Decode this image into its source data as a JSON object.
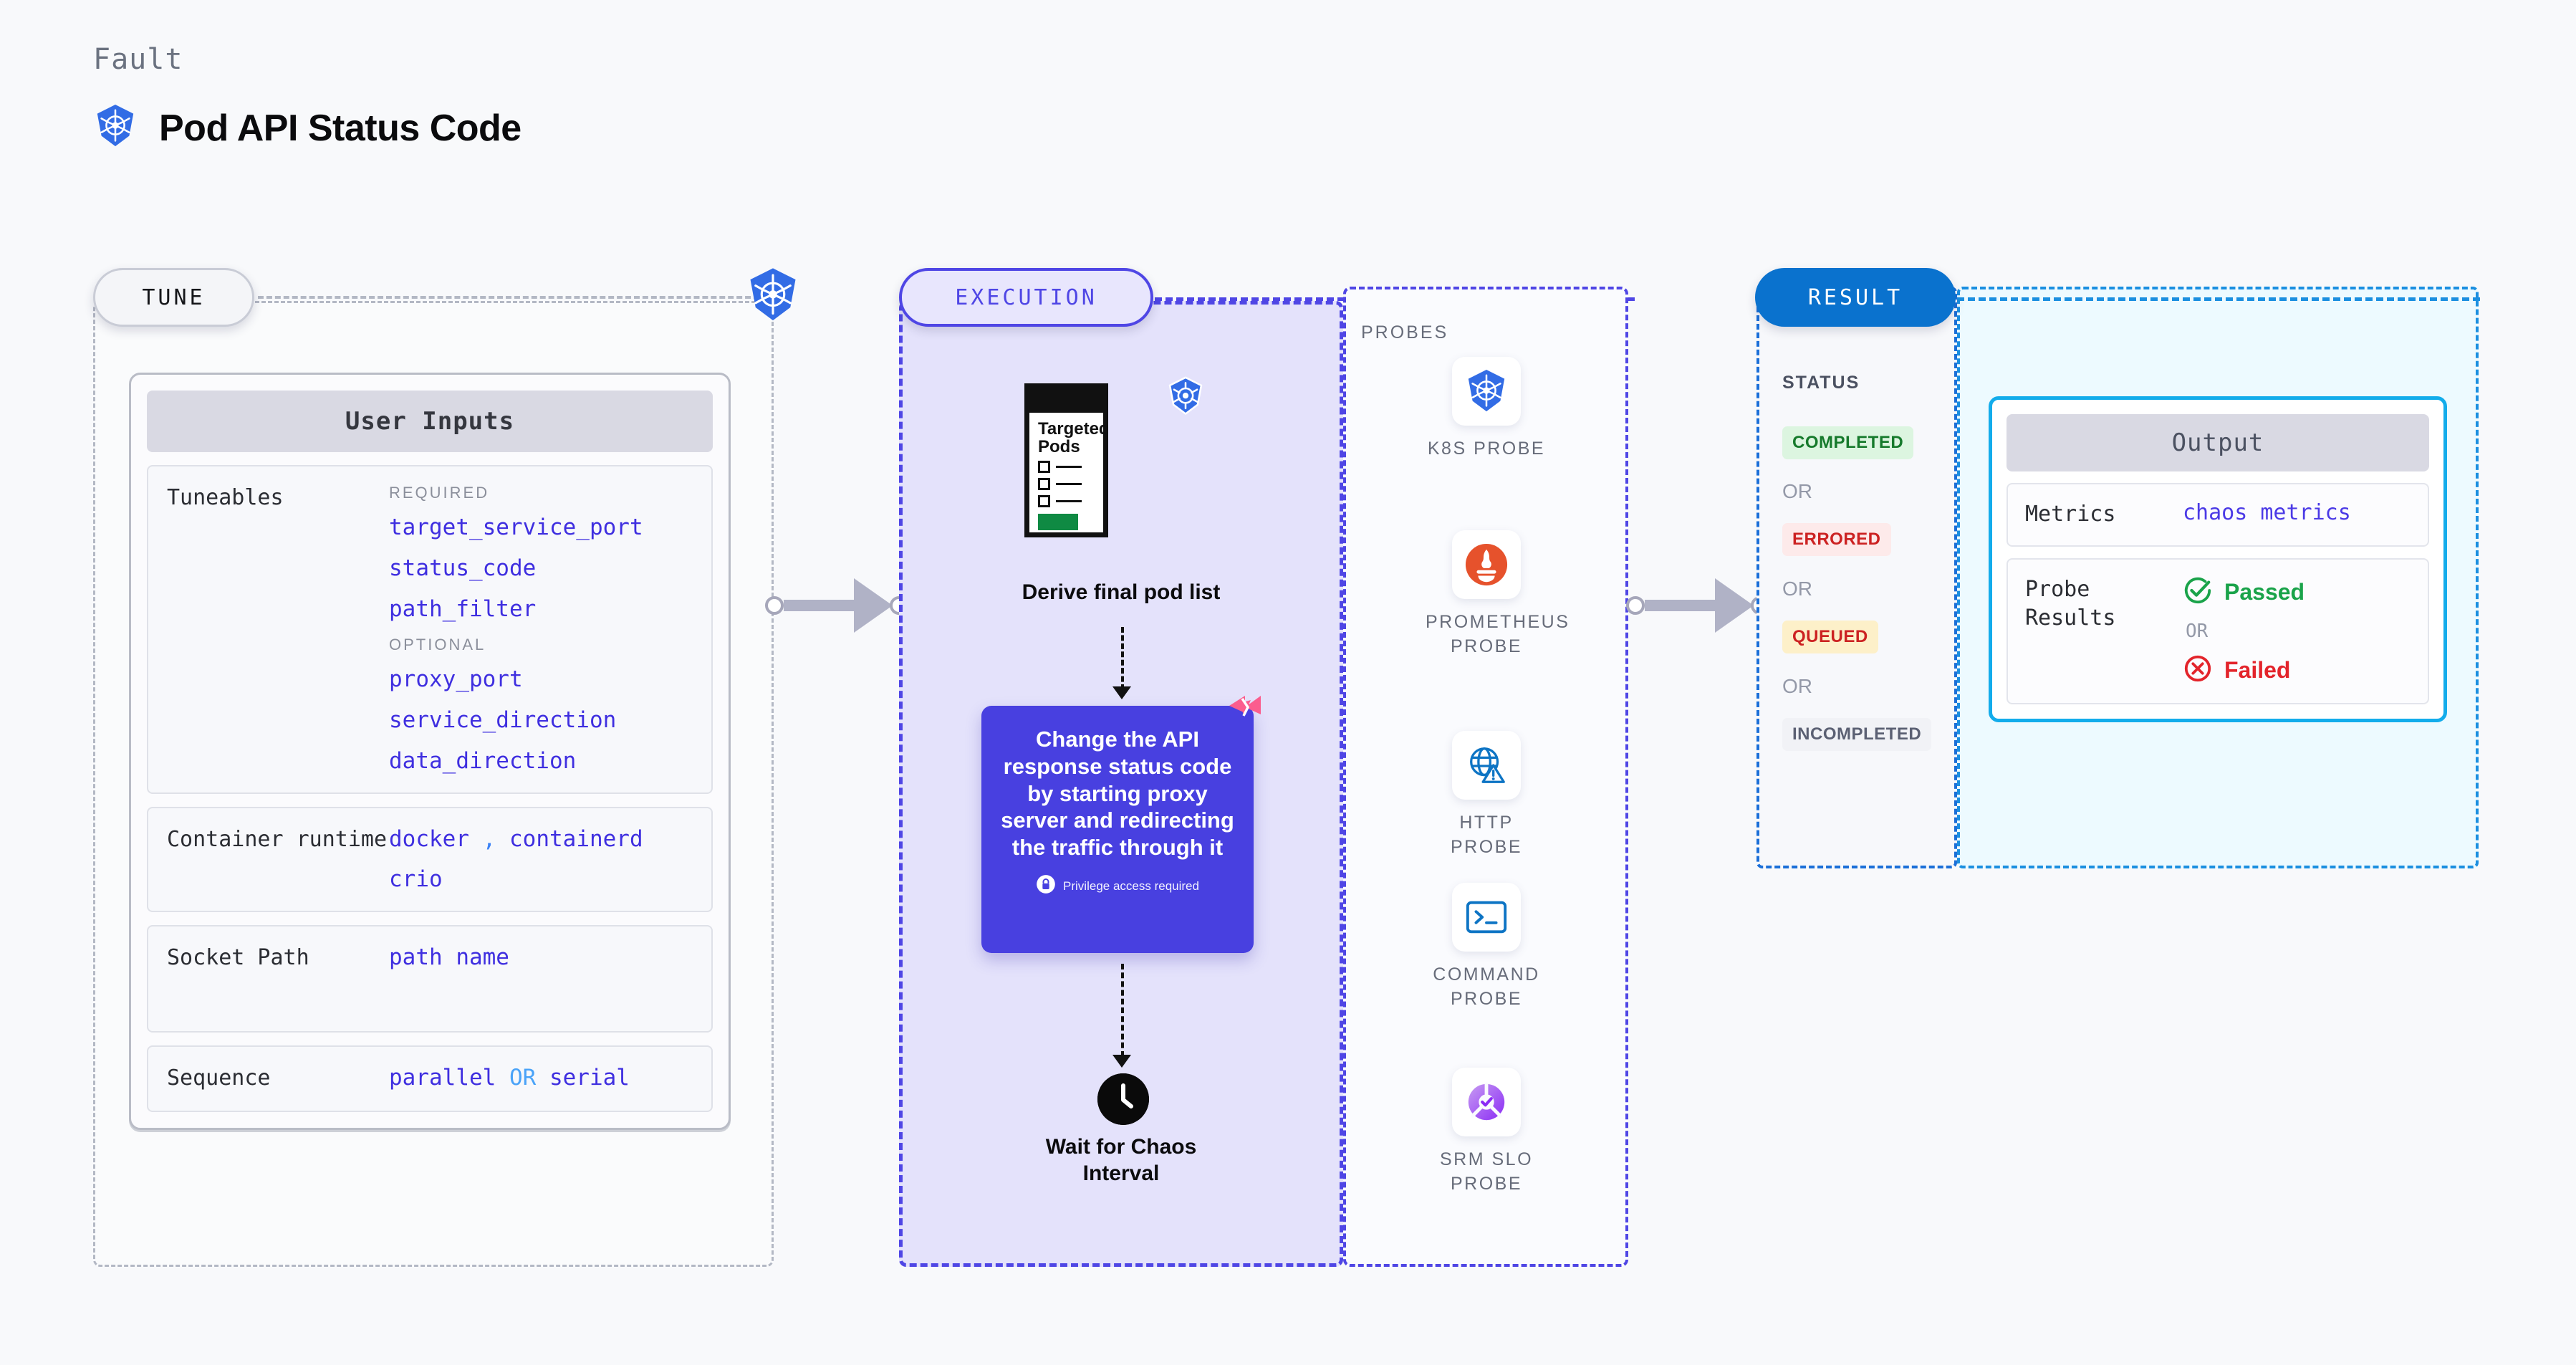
{
  "header": {
    "fault_label": "Fault",
    "title": "Pod API Status Code",
    "icon": "kubernetes-icon"
  },
  "tune": {
    "pill_label": "TUNE",
    "node_icon": "kubernetes-icon",
    "card_title": "User Inputs",
    "rows": [
      {
        "label": "Tuneables",
        "groups": [
          {
            "heading": "REQUIRED",
            "values": [
              "target_service_port",
              "status_code",
              "path_filter"
            ]
          },
          {
            "heading": "OPTIONAL",
            "values": [
              "proxy_port",
              "service_direction",
              "data_direction"
            ]
          }
        ]
      },
      {
        "label": "Container runtime",
        "values_line1": "docker",
        "separator": ",",
        "values_line1b": "containerd",
        "values_line2": "crio"
      },
      {
        "label": "Socket Path",
        "value": "path name"
      },
      {
        "label": "Sequence",
        "value_a": "parallel",
        "or": "OR",
        "value_b": "serial"
      }
    ]
  },
  "execution": {
    "pill_label": "EXECUTION",
    "pods_doc": {
      "title_line1": "Targeted",
      "title_line2": "Pods",
      "badge_icon": "kubernetes-icon"
    },
    "derive_caption": "Derive final pod list",
    "action_card": {
      "text": "Change the API response status code by starting proxy server and redirecting the traffic through it",
      "privilege_note": "Privilege access required",
      "lock_icon": "lock-icon",
      "corner_icon": "litmus-chaos-icon",
      "color": "#4840e0"
    },
    "wait": {
      "icon": "clock-icon",
      "caption_line1": "Wait for Chaos",
      "caption_line2": "Interval"
    }
  },
  "probes": {
    "heading": "PROBES",
    "items": [
      {
        "label": "K8S PROBE",
        "icon": "kubernetes-icon"
      },
      {
        "label": "PROMETHEUS PROBE",
        "icon": "prometheus-icon"
      },
      {
        "label": "HTTP PROBE",
        "icon": "http-globe-warning-icon"
      },
      {
        "label": "COMMAND PROBE",
        "icon": "terminal-icon"
      },
      {
        "label": "SRM SLO PROBE",
        "icon": "srm-slo-icon"
      }
    ]
  },
  "result": {
    "pill_label": "RESULT",
    "status_heading": "STATUS",
    "statuses": [
      {
        "label": "COMPLETED",
        "bg": "#dcf5e0",
        "fg": "#167a2c"
      },
      {
        "label": "ERRORED",
        "bg": "#fdeaea",
        "fg": "#cc2222"
      },
      {
        "label": "QUEUED",
        "bg": "#fdf0c9",
        "fg": "#cc2222"
      },
      {
        "label": "INCOMPLETED",
        "bg": "#f1f2f6",
        "fg": "#5b6073"
      }
    ],
    "or_label": "OR",
    "output": {
      "title": "Output",
      "metrics_label": "Metrics",
      "metrics_value": "chaos metrics",
      "probe_results_label": "Probe Results",
      "passed_label": "Passed",
      "passed_icon": "check-circle-icon",
      "failed_label": "Failed",
      "failed_icon": "x-circle-icon",
      "or_label": "OR",
      "passed_color": "#1aa34a",
      "failed_color": "#e3242b"
    }
  }
}
